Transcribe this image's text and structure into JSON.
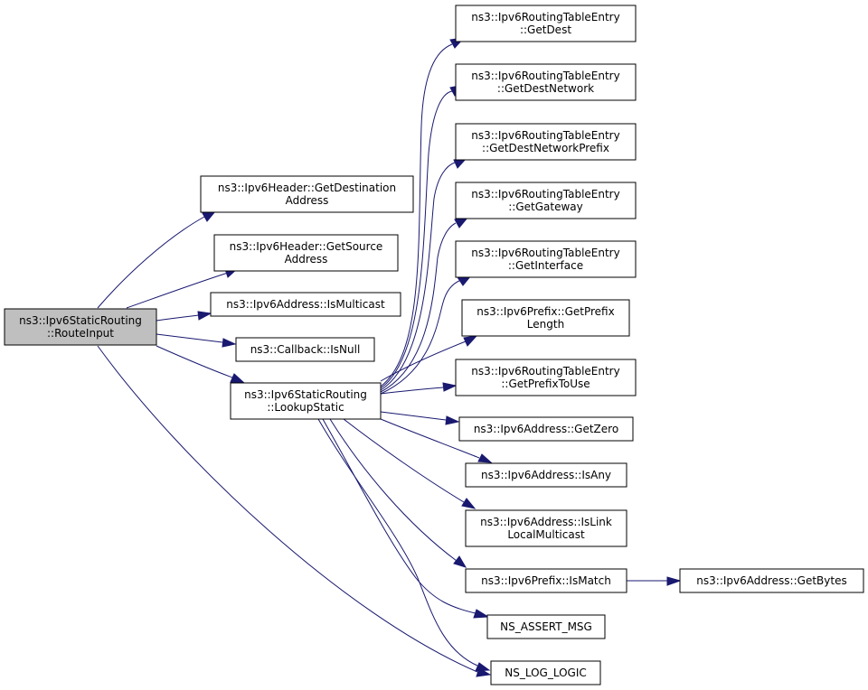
{
  "nodes": [
    {
      "id": "route_input",
      "lines": [
        "ns3::Ipv6StaticRouting",
        "::RouteInput"
      ],
      "root": true
    },
    {
      "id": "get_destination_address",
      "lines": [
        "ns3::Ipv6Header::GetDestination",
        "Address"
      ]
    },
    {
      "id": "get_source_address",
      "lines": [
        "ns3::Ipv6Header::GetSource",
        "Address"
      ]
    },
    {
      "id": "is_multicast",
      "lines": [
        "ns3::Ipv6Address::IsMulticast"
      ]
    },
    {
      "id": "callback_is_null",
      "lines": [
        "ns3::Callback::IsNull"
      ]
    },
    {
      "id": "lookup_static",
      "lines": [
        "ns3::Ipv6StaticRouting",
        "::LookupStatic"
      ]
    },
    {
      "id": "get_dest",
      "lines": [
        "ns3::Ipv6RoutingTableEntry",
        "::GetDest"
      ]
    },
    {
      "id": "get_dest_network",
      "lines": [
        "ns3::Ipv6RoutingTableEntry",
        "::GetDestNetwork"
      ]
    },
    {
      "id": "get_dest_network_prefix",
      "lines": [
        "ns3::Ipv6RoutingTableEntry",
        "::GetDestNetworkPrefix"
      ]
    },
    {
      "id": "get_gateway",
      "lines": [
        "ns3::Ipv6RoutingTableEntry",
        "::GetGateway"
      ]
    },
    {
      "id": "get_interface",
      "lines": [
        "ns3::Ipv6RoutingTableEntry",
        "::GetInterface"
      ]
    },
    {
      "id": "get_prefix_length",
      "lines": [
        "ns3::Ipv6Prefix::GetPrefix",
        "Length"
      ]
    },
    {
      "id": "get_prefix_to_use",
      "lines": [
        "ns3::Ipv6RoutingTableEntry",
        "::GetPrefixToUse"
      ]
    },
    {
      "id": "get_zero",
      "lines": [
        "ns3::Ipv6Address::GetZero"
      ]
    },
    {
      "id": "is_any",
      "lines": [
        "ns3::Ipv6Address::IsAny"
      ]
    },
    {
      "id": "is_link_local_multicast",
      "lines": [
        "ns3::Ipv6Address::IsLink",
        "LocalMulticast"
      ]
    },
    {
      "id": "is_match",
      "lines": [
        "ns3::Ipv6Prefix::IsMatch"
      ]
    },
    {
      "id": "get_bytes",
      "lines": [
        "ns3::Ipv6Address::GetBytes"
      ]
    },
    {
      "id": "ns_assert_msg",
      "lines": [
        "NS_ASSERT_MSG"
      ]
    },
    {
      "id": "ns_log_logic",
      "lines": [
        "NS_LOG_LOGIC"
      ]
    }
  ],
  "edges": [
    {
      "from": "route_input",
      "to": "get_destination_address"
    },
    {
      "from": "route_input",
      "to": "get_source_address"
    },
    {
      "from": "route_input",
      "to": "is_multicast"
    },
    {
      "from": "route_input",
      "to": "callback_is_null"
    },
    {
      "from": "route_input",
      "to": "lookup_static"
    },
    {
      "from": "route_input",
      "to": "ns_log_logic"
    },
    {
      "from": "lookup_static",
      "to": "get_dest"
    },
    {
      "from": "lookup_static",
      "to": "get_dest_network"
    },
    {
      "from": "lookup_static",
      "to": "get_dest_network_prefix"
    },
    {
      "from": "lookup_static",
      "to": "get_gateway"
    },
    {
      "from": "lookup_static",
      "to": "get_interface"
    },
    {
      "from": "lookup_static",
      "to": "get_prefix_length"
    },
    {
      "from": "lookup_static",
      "to": "get_prefix_to_use"
    },
    {
      "from": "lookup_static",
      "to": "get_zero"
    },
    {
      "from": "lookup_static",
      "to": "is_any"
    },
    {
      "from": "lookup_static",
      "to": "is_link_local_multicast"
    },
    {
      "from": "lookup_static",
      "to": "is_match"
    },
    {
      "from": "lookup_static",
      "to": "ns_assert_msg"
    },
    {
      "from": "lookup_static",
      "to": "ns_log_logic"
    },
    {
      "from": "is_match",
      "to": "get_bytes"
    }
  ],
  "colors": {
    "edge": "#191970",
    "root_fill": "#bfbfbf",
    "node_fill": "#ffffff",
    "node_stroke": "#000000"
  }
}
